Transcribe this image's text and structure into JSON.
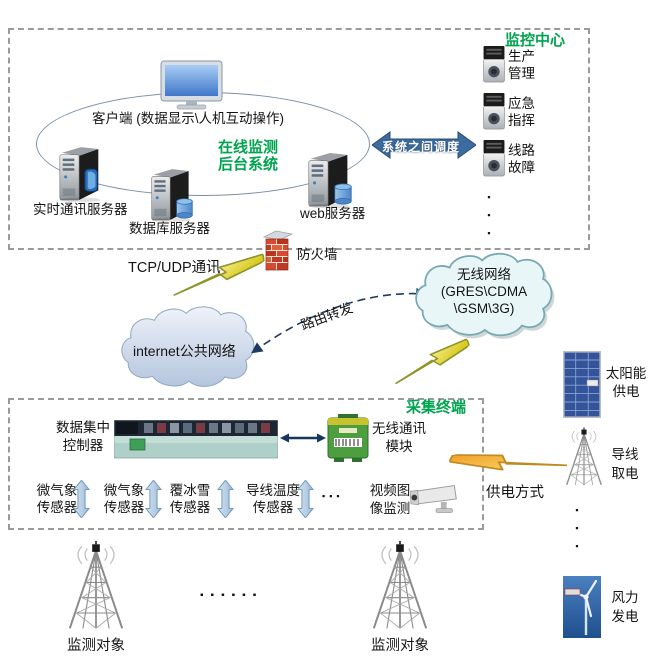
{
  "colors": {
    "title_green": "#00A44F",
    "dispatch_arrow_blue": "#3C6C9F",
    "dash_border_gray": "#9A9A9A",
    "bolt_yellow": "#E8D21C",
    "bolt_gold": "#F5A623",
    "link_navy": "#16365C",
    "firewall_red": "#C8422C"
  },
  "top_box": {
    "title": "监控中心",
    "client_label": "客户端 (数据显示\\人机互动操作)",
    "system_line1": "在线监测",
    "system_line2": "后台系统",
    "server_realtime": "实时通讯服务器",
    "server_db": "数据库服务器",
    "server_web": "web服务器",
    "dispatch_label": "系统之间调度",
    "subsystems": [
      {
        "line1": "生产",
        "line2": "管理"
      },
      {
        "line1": "应急",
        "line2": "指挥"
      },
      {
        "line1": "线路",
        "line2": "故障"
      }
    ],
    "dots": "▪▪▪"
  },
  "middle": {
    "tcp_label": "TCP/UDP通讯",
    "firewall_label": "防火墙",
    "internet_label": "internet公共网络",
    "route_label": "路由转发",
    "wireless_line1": "无线网络",
    "wireless_line2": "(GRES\\CDMA",
    "wireless_line3": "\\GSM\\3G)"
  },
  "terminal_box": {
    "title": "采集终端",
    "controller_line1": "数据集中",
    "controller_line2": "控制器",
    "module_line1": "无线通讯",
    "module_line2": "模块",
    "sensors": [
      {
        "line1": "微气象",
        "line2": "传感器"
      },
      {
        "line1": "微气象",
        "line2": "传感器"
      },
      {
        "line1": "覆冰雪",
        "line2": "传感器"
      },
      {
        "line1": "导线温度",
        "line2": "传感器"
      }
    ],
    "sensor_dots": "▪▪▪",
    "video_line1": "视频图",
    "video_line2": "像监测"
  },
  "power": {
    "method_label": "供电方式",
    "solar_line1": "太阳能",
    "solar_line2": "供电",
    "wire_line1": "导线",
    "wire_line2": "取电",
    "wind_line1": "风力",
    "wind_line2": "发电",
    "dots": "▪▪▪"
  },
  "bottom": {
    "target1": "监测对象",
    "target2": "监测对象",
    "dots": "▪▪▪▪▪▪"
  }
}
